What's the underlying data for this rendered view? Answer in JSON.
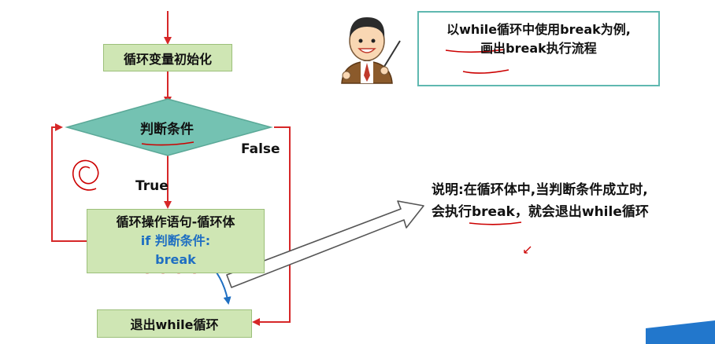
{
  "flowchart": {
    "init_box": "循环变量初始化",
    "condition": "判断条件",
    "false_label": "False",
    "true_label": "True",
    "body_title": "循环操作语句-循环体",
    "body_if": "if 判断条件:",
    "body_break": "break",
    "exit_box": "退出while循环"
  },
  "note": {
    "line1": "以while循环中使用break为例,",
    "line2": "画出break执行流程"
  },
  "explanation": {
    "line1": "说明:在循环体中,当判断条件成立时,",
    "line2": "会执行break，就会退出while循环"
  },
  "colors": {
    "flow_arrow": "#d62728",
    "box_fill": "#cfe6b4",
    "diamond_fill": "#74c2b2",
    "if_text": "#1f6fc2",
    "annotation": "#cc0000",
    "note_border": "#5fb8b0"
  },
  "icons": [
    "teacher-icon",
    "spiral-doodle-icon",
    "outline-arrow-icon"
  ]
}
